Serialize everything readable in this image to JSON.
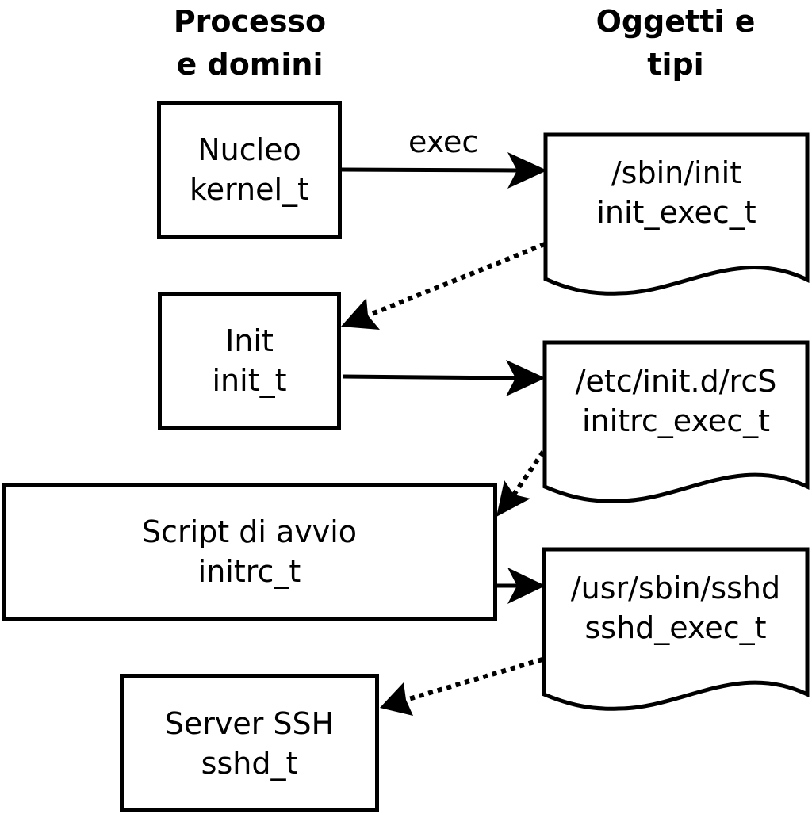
{
  "headers": {
    "processes_line1": "Processo",
    "processes_line2": "e domini",
    "objects_line1": "Oggetti e",
    "objects_line2": "tipi"
  },
  "processes": [
    {
      "name": "Nucleo",
      "domain": "kernel_t"
    },
    {
      "name": "Init",
      "domain": "init_t"
    },
    {
      "name": "Script di avvio",
      "domain": "initrc_t"
    },
    {
      "name": "Server SSH",
      "domain": "sshd_t"
    }
  ],
  "objects": [
    {
      "path": "/sbin/init",
      "type": "init_exec_t"
    },
    {
      "path": "/etc/init.d/rcS",
      "type": "initrc_exec_t"
    },
    {
      "path": "/usr/sbin/sshd",
      "type": "sshd_exec_t"
    }
  ],
  "edges": {
    "exec_label": "exec"
  }
}
